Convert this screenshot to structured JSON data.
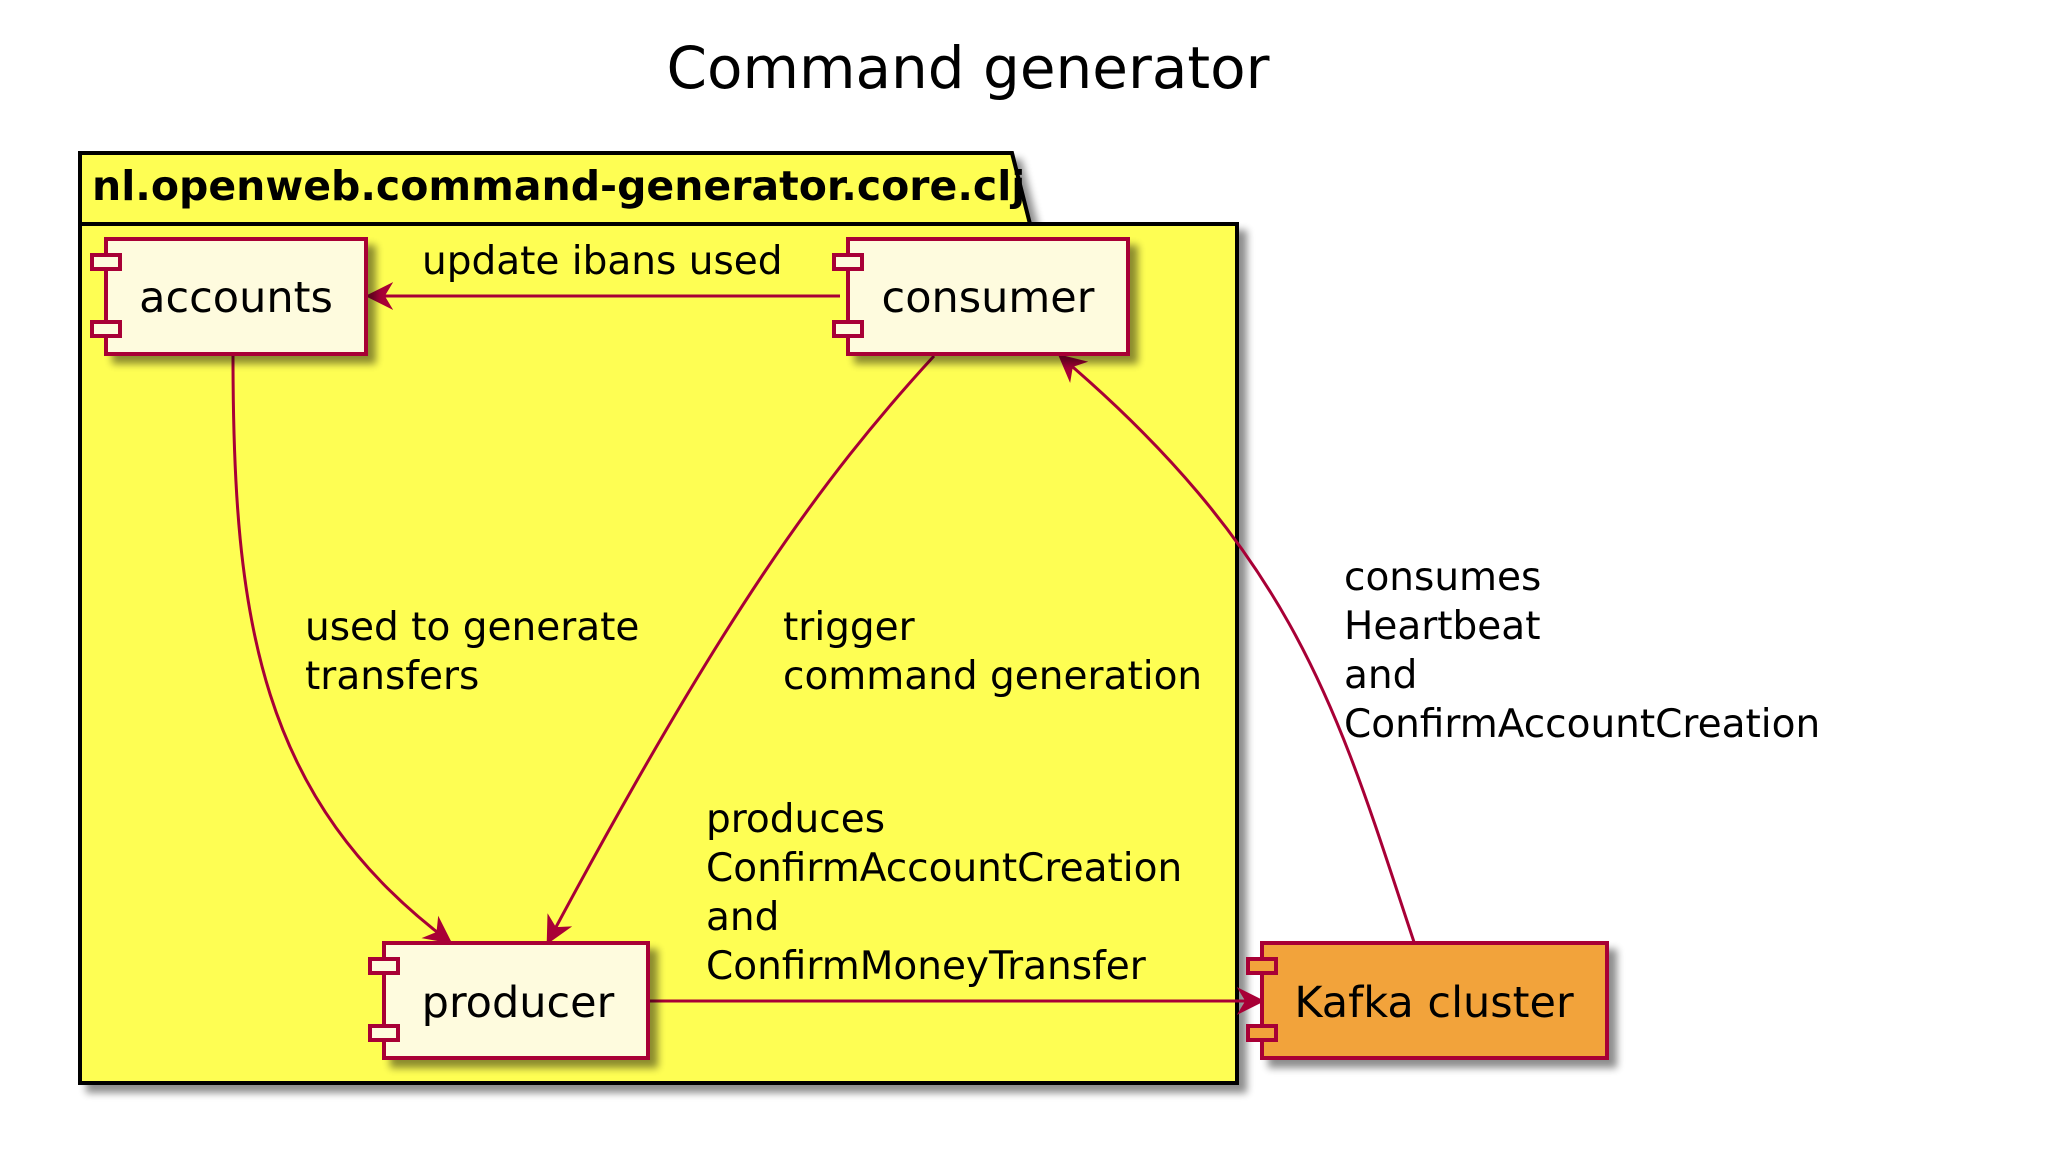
{
  "diagram": {
    "title": "Command generator",
    "package": {
      "name": "nl.openweb.command-generator.core.clj",
      "fill": "#FEFE52"
    },
    "components": [
      {
        "id": "accounts",
        "label": "accounts",
        "fill": "#FEFBDE"
      },
      {
        "id": "consumer",
        "label": "consumer",
        "fill": "#FEFBDE"
      },
      {
        "id": "producer",
        "label": "producer",
        "fill": "#FEFBDE"
      },
      {
        "id": "kafka",
        "label": "Kafka cluster",
        "fill": "#F2A33B"
      }
    ],
    "edges": [
      {
        "from": "consumer",
        "to": "accounts",
        "label_lines": [
          "update ibans used"
        ]
      },
      {
        "from": "accounts",
        "to": "producer",
        "label_lines": [
          "used to generate",
          "transfers"
        ]
      },
      {
        "from": "consumer",
        "to": "producer",
        "label_lines": [
          "trigger",
          "command generation"
        ]
      },
      {
        "from": "producer",
        "to": "kafka",
        "label_lines": [
          "produces",
          "ConfirmAccountCreation",
          "and",
          "ConfirmMoneyTransfer"
        ]
      },
      {
        "from": "kafka",
        "to": "consumer",
        "label_lines": [
          "consumes",
          "Heartbeat",
          "and",
          "ConfirmAccountCreation"
        ]
      }
    ],
    "colors": {
      "border": "#A80036",
      "edge": "#A80036",
      "package_border": "#000000"
    }
  }
}
